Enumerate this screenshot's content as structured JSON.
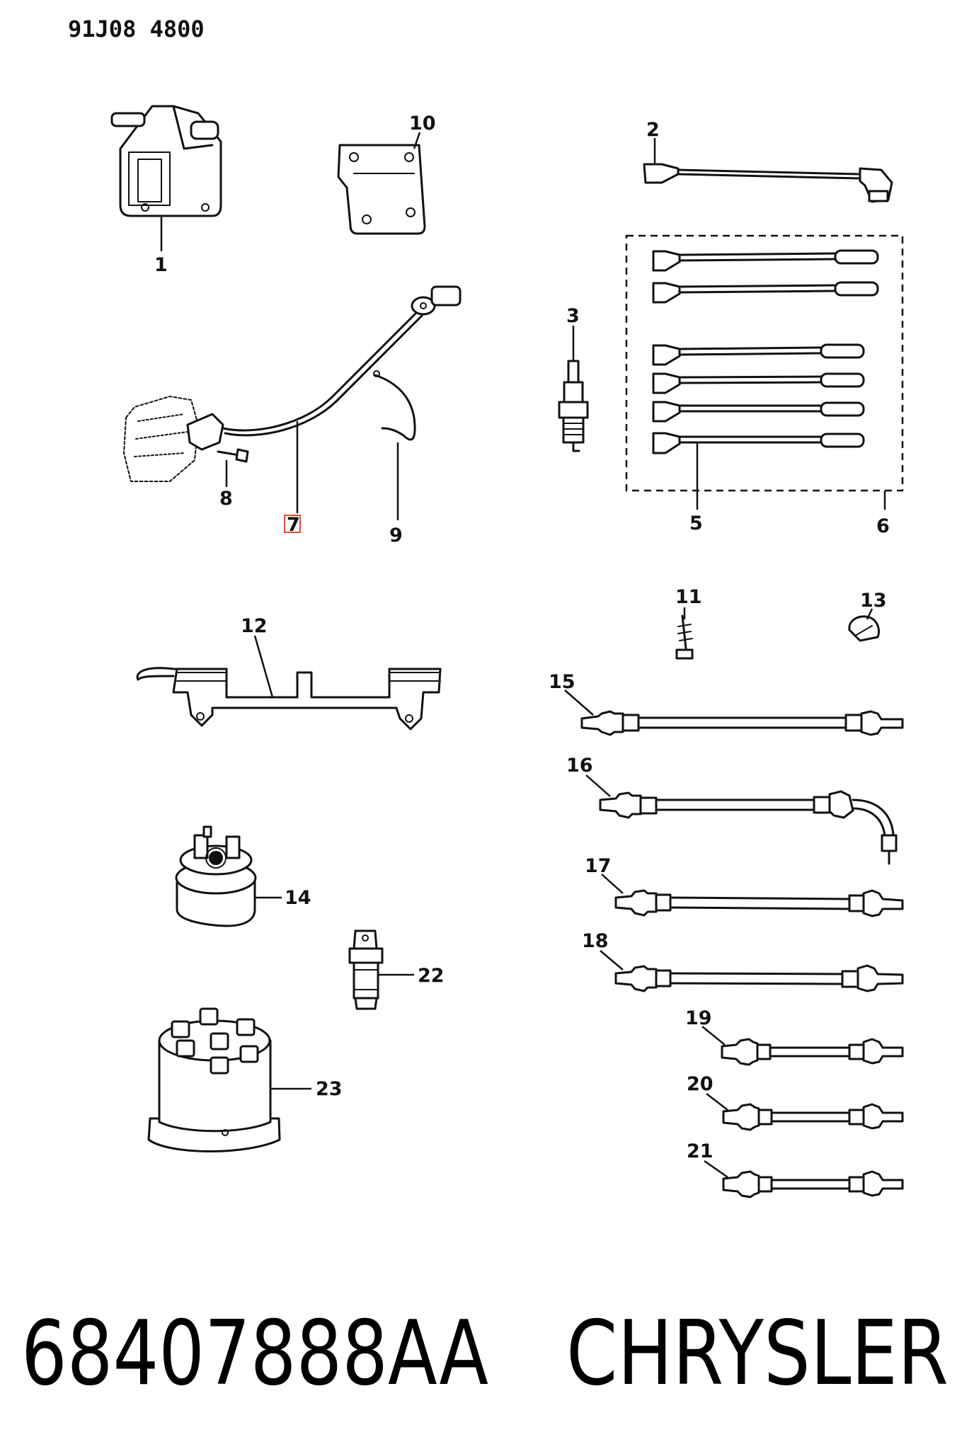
{
  "header": {
    "code": "91J08 4800"
  },
  "callouts": {
    "c1": "1",
    "c2": "2",
    "c3": "3",
    "c5": "5",
    "c6": "6",
    "c7": "7",
    "c8": "8",
    "c9": "9",
    "c10": "10",
    "c11": "11",
    "c12": "12",
    "c13": "13",
    "c14": "14",
    "c15": "15",
    "c16": "16",
    "c17": "17",
    "c18": "18",
    "c19": "19",
    "c20": "20",
    "c21": "21",
    "c22": "22",
    "c23": "23"
  },
  "footer": {
    "part_number": "68407888AA",
    "brand": "CHRYSLER"
  },
  "colors": {
    "line": "#111111",
    "highlight": "#e8483c",
    "background": "#ffffff"
  }
}
